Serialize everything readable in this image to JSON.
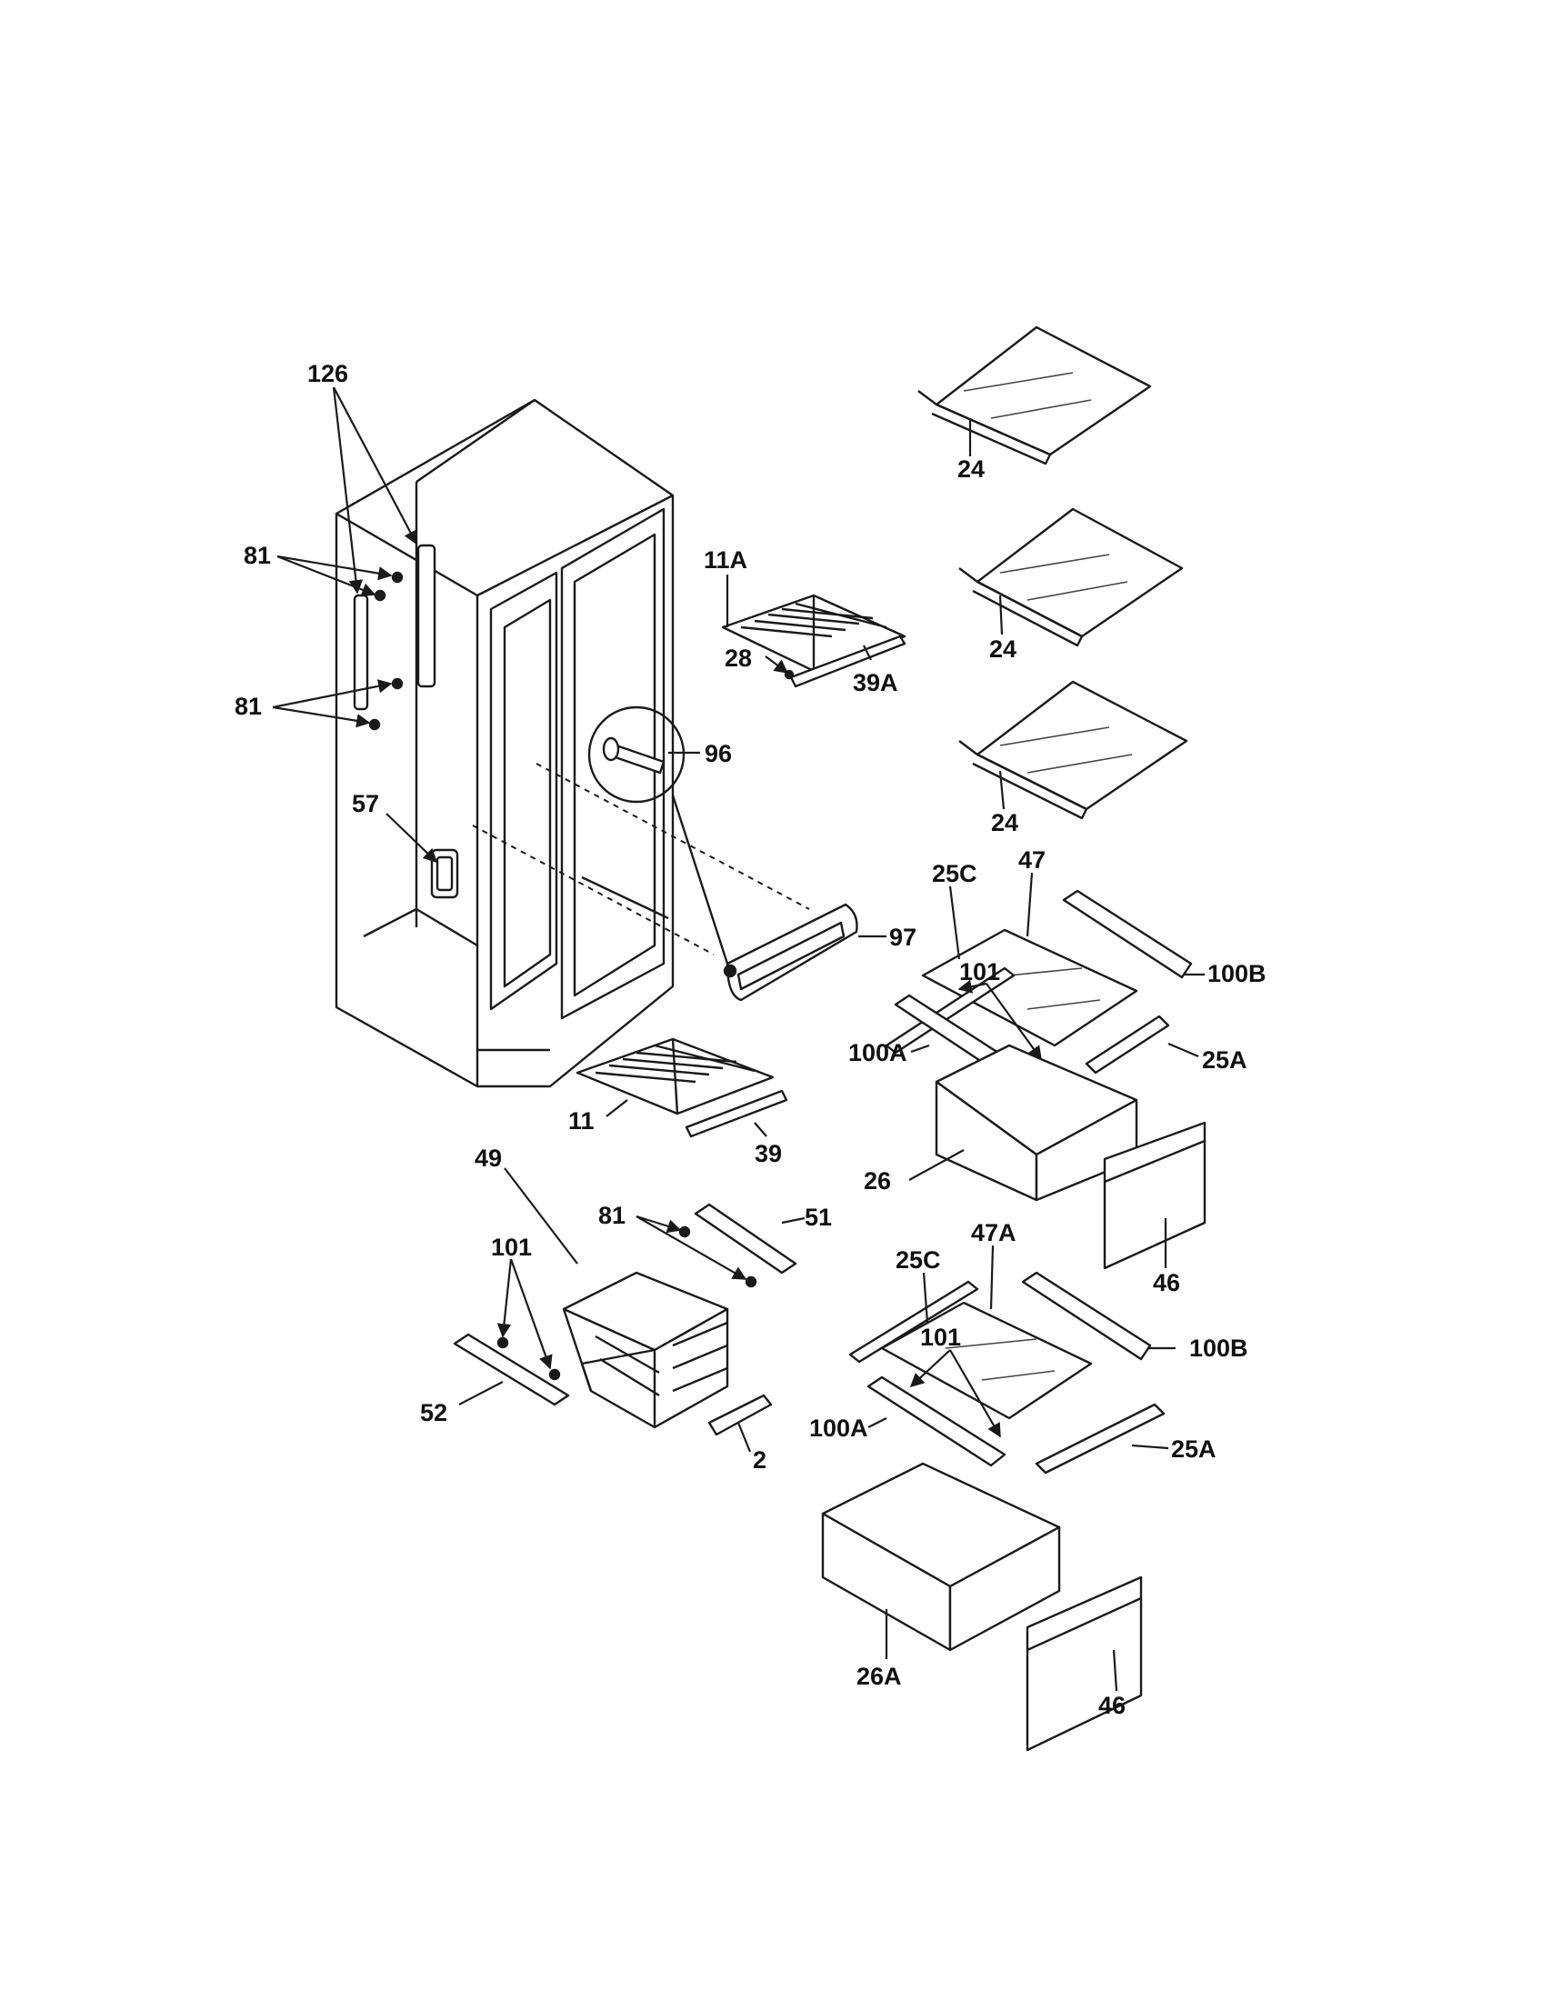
{
  "callouts": {
    "c126": "126",
    "c81_a": "81",
    "c81_b": "81",
    "c81_c": "81",
    "c57": "57",
    "c96": "96",
    "c97": "97",
    "c11a": "11A",
    "c28": "28",
    "c39a": "39A",
    "c11": "11",
    "c39": "39",
    "c49": "49",
    "c51": "51",
    "c101_a": "101",
    "c101_b": "101",
    "c101_c": "101",
    "c52": "52",
    "c2": "2",
    "c24_a": "24",
    "c24_b": "24",
    "c24_c": "24",
    "c25c_a": "25C",
    "c25c_b": "25C",
    "c47": "47",
    "c47a": "47A",
    "c100b_a": "100B",
    "c100b_b": "100B",
    "c100a_a": "100A",
    "c100a_b": "100A",
    "c25a_a": "25A",
    "c25a_b": "25A",
    "c26": "26",
    "c26a": "26A",
    "c46_a": "46",
    "c46_b": "46"
  }
}
